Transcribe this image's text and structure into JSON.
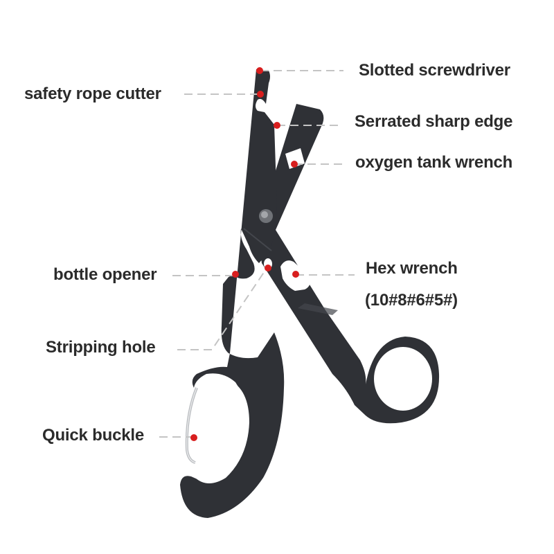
{
  "diagram": {
    "subject": "Multi-function tactical trauma shears",
    "colors": {
      "tool_body": "#2f3136",
      "tool_highlight": "#44474d",
      "marker": "#d81e1e",
      "leader_line": "#c4c4c4",
      "label_text": "#2b2b2b",
      "background": "#ffffff"
    },
    "callouts": [
      {
        "id": "slotted-screwdriver",
        "label": "Slotted screwdriver",
        "side": "right"
      },
      {
        "id": "safety-rope-cutter",
        "label": "safety rope cutter",
        "side": "left"
      },
      {
        "id": "serrated-sharp-edge",
        "label": "Serrated sharp edge",
        "side": "right"
      },
      {
        "id": "oxygen-tank-wrench",
        "label": "oxygen tank wrench",
        "side": "right"
      },
      {
        "id": "bottle-opener",
        "label": "bottle opener",
        "side": "left"
      },
      {
        "id": "hex-wrench",
        "label": "Hex wrench",
        "sublabel": "(10#8#6#5#)",
        "side": "right"
      },
      {
        "id": "stripping-hole",
        "label": "Stripping hole",
        "side": "left"
      },
      {
        "id": "quick-buckle",
        "label": "Quick buckle",
        "side": "left"
      }
    ]
  }
}
